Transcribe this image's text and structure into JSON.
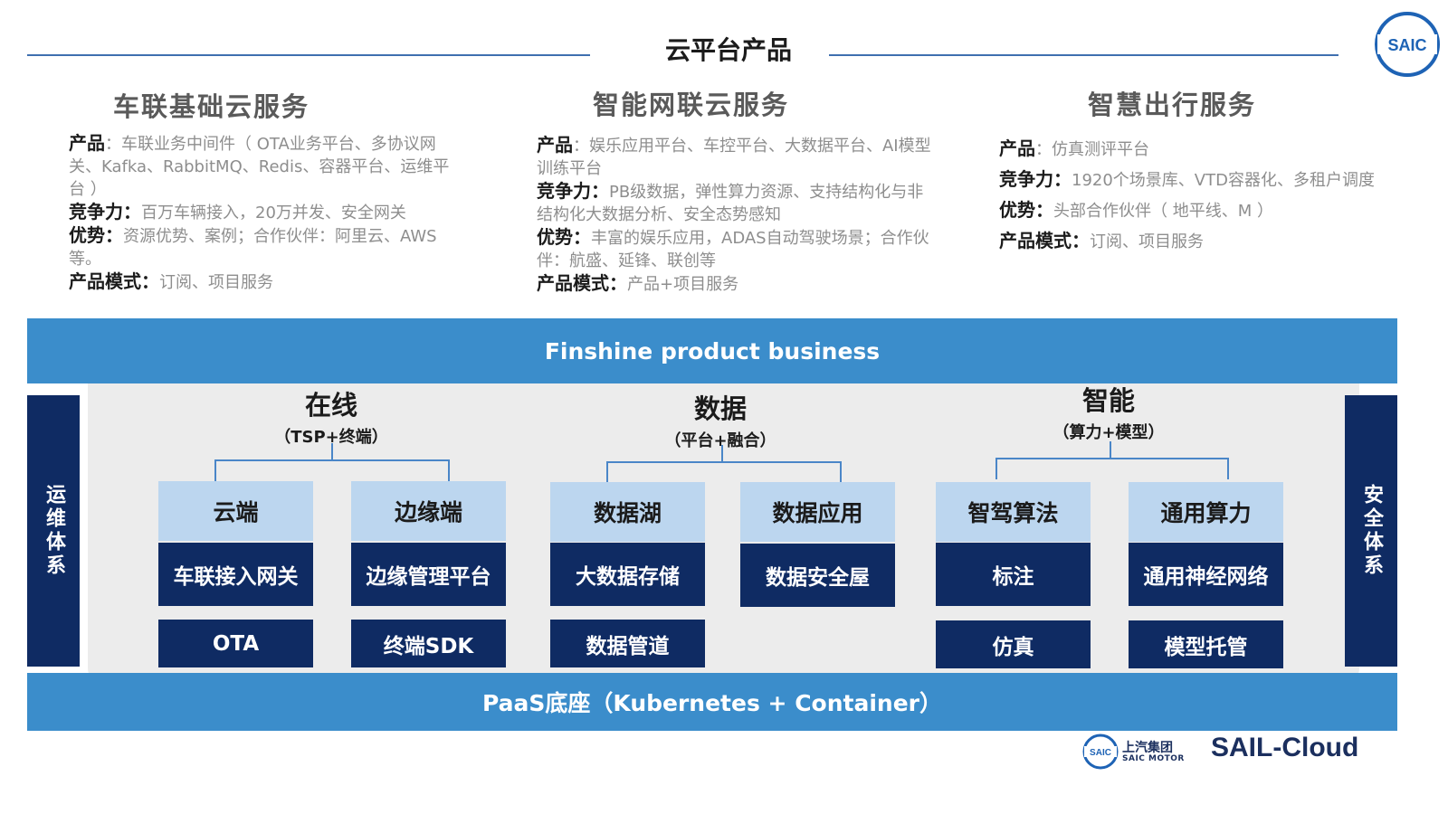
{
  "page_title": "云平台产品",
  "logo_text": "SAIC",
  "columns": [
    {
      "title": "车联基础云服务",
      "lines": [
        {
          "k": "产品",
          "v": "：车联业务中间件（ OTA业务平台、多协议网关、Kafka、RabbitMQ、Redis、容器平台、运维平台 ）"
        },
        {
          "k": "竞争力：",
          "v": "百万车辆接入，20万并发、安全网关"
        },
        {
          "k": "优势：",
          "v": "资源优势、案例；合作伙伴：阿里云、AWS等。"
        },
        {
          "k": "产品模式：",
          "v": "订阅、项目服务"
        }
      ]
    },
    {
      "title": "智能网联云服务",
      "lines": [
        {
          "k": "产品",
          "v": "：娱乐应用平台、车控平台、大数据平台、AI模型训练平台"
        },
        {
          "k": "竞争力：",
          "v": "PB级数据，弹性算力资源、支持结构化与非结构化大数据分析、安全态势感知"
        },
        {
          "k": "优势：",
          "v": "丰富的娱乐应用，ADAS自动驾驶场景；合作伙伴：航盛、延锋、联创等"
        },
        {
          "k": "产品模式：",
          "v": "产品+项目服务"
        }
      ]
    },
    {
      "title": "智慧出行服务",
      "lines": [
        {
          "k": "产品",
          "v": "：仿真测评平台"
        },
        {
          "k": "竞争力：",
          "v": "1920个场景库、VTD容器化、多租户调度"
        },
        {
          "k": "优势：",
          "v": "头部合作伙伴（ 地平线、M ）"
        },
        {
          "k": "产品模式：",
          "v": "订阅、项目服务"
        }
      ]
    }
  ],
  "top_band": "Finshine product business",
  "bottom_band": "PaaS底座（Kubernetes + Container）",
  "left_side": "运维体系",
  "right_side": "安全体系",
  "categories": [
    {
      "main": "在线",
      "sub": "（TSP+终端）"
    },
    {
      "main": "数据",
      "sub": "（平台+融合）"
    },
    {
      "main": "智能",
      "sub": "（算力+模型）"
    }
  ],
  "boxes": [
    {
      "head": "云端",
      "items": [
        "车联接入网关",
        "OTA"
      ]
    },
    {
      "head": "边缘端",
      "items": [
        "边缘管理平台",
        "终端SDK"
      ]
    },
    {
      "head": "数据湖",
      "items": [
        "大数据存储",
        "数据管道"
      ]
    },
    {
      "head": "数据应用",
      "items": [
        "数据安全屋"
      ]
    },
    {
      "head": "智驾算法",
      "items": [
        "标注",
        "仿真"
      ]
    },
    {
      "head": "通用算力",
      "items": [
        "通用神经网络",
        "模型托管"
      ]
    }
  ],
  "footer": {
    "saic_cn": "上汽集团",
    "saic_en": "SAIC MOTOR",
    "sail": "SAIL-Cloud"
  },
  "colors": {
    "band": "#3b8dcb",
    "dark": "#0f2b63",
    "light": "#bcd6ef",
    "rule": "#3f6fb0"
  }
}
